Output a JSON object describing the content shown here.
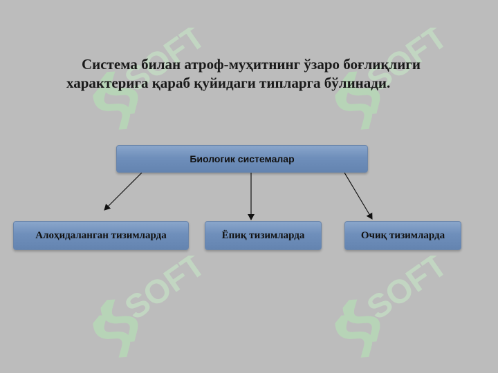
{
  "heading": "Система билан атроф-муҳитнинг ўзаро боғлиқлиги характерига қараб қуйидаги типларга бўлинади.",
  "diagram": {
    "root": {
      "label": "Биологик системалар"
    },
    "children": [
      {
        "label": "Алоҳидаланган тизимларда"
      },
      {
        "label": "Ёпиқ тизимларда"
      },
      {
        "label": "Очиқ тизимларда"
      }
    ]
  },
  "watermark": {
    "text": "SOFT",
    "color": "#a8e6a8"
  }
}
